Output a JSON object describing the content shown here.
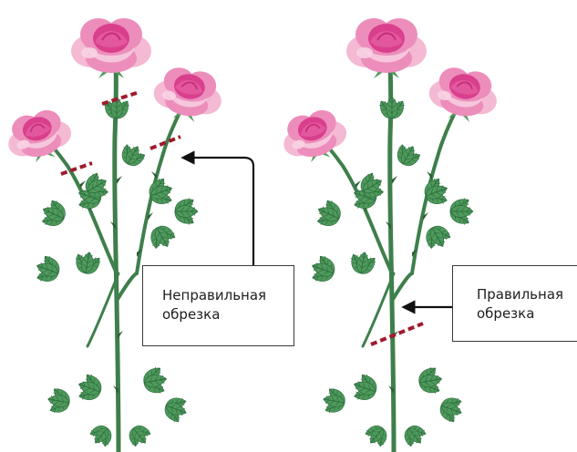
{
  "panels": [
    {
      "id": "wrong",
      "caption_line1": "Неправильная",
      "caption_line2": "обрезка"
    },
    {
      "id": "right",
      "caption_line1": "Правильная",
      "caption_line2": "обрезка"
    }
  ],
  "colors": {
    "stem": "#3e7f4b",
    "stem_dark": "#2f6a3c",
    "leaf": "#4f9a5c",
    "leaf_dark": "#2f7040",
    "thorn": "#2b5c35",
    "petal_light": "#f4b9d3",
    "petal_mid": "#ec8dbb",
    "petal_dark": "#d93f8c",
    "cut_mark": "#9f1b2e",
    "arrow": "#111111"
  },
  "icons": {
    "flower": "rose-flower-icon",
    "leaf": "leaf-icon",
    "cut": "cut-mark-icon",
    "arrow": "arrow-icon"
  }
}
